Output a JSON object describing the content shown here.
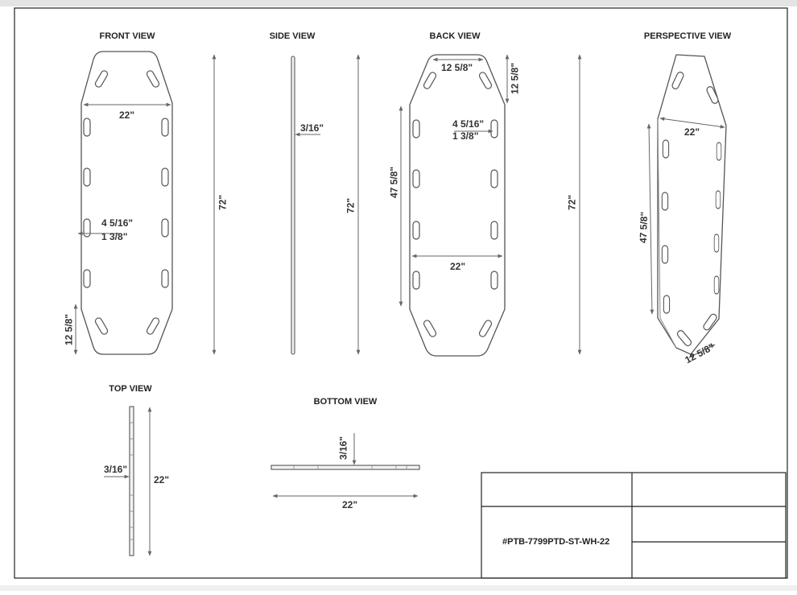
{
  "views": {
    "front": "FRONT VIEW",
    "side": "SIDE VIEW",
    "back": "BACK VIEW",
    "perspective": "PERSPECTIVE VIEW",
    "top": "TOP VIEW",
    "bottom": "BOTTOM VIEW"
  },
  "dims": {
    "width": "22\"",
    "length": "72\"",
    "thickness": "3/16\"",
    "handle_length": "4 5/16\"",
    "handle_width": "1 3/8\"",
    "taper": "12 5/8\"",
    "body_length": "47 5/8\""
  },
  "title_block": {
    "part_number": "#PTB-7799PTD-ST-WH-22"
  },
  "colors": {
    "line": "#555555",
    "arrow": "#666666",
    "frame": "#222222"
  }
}
